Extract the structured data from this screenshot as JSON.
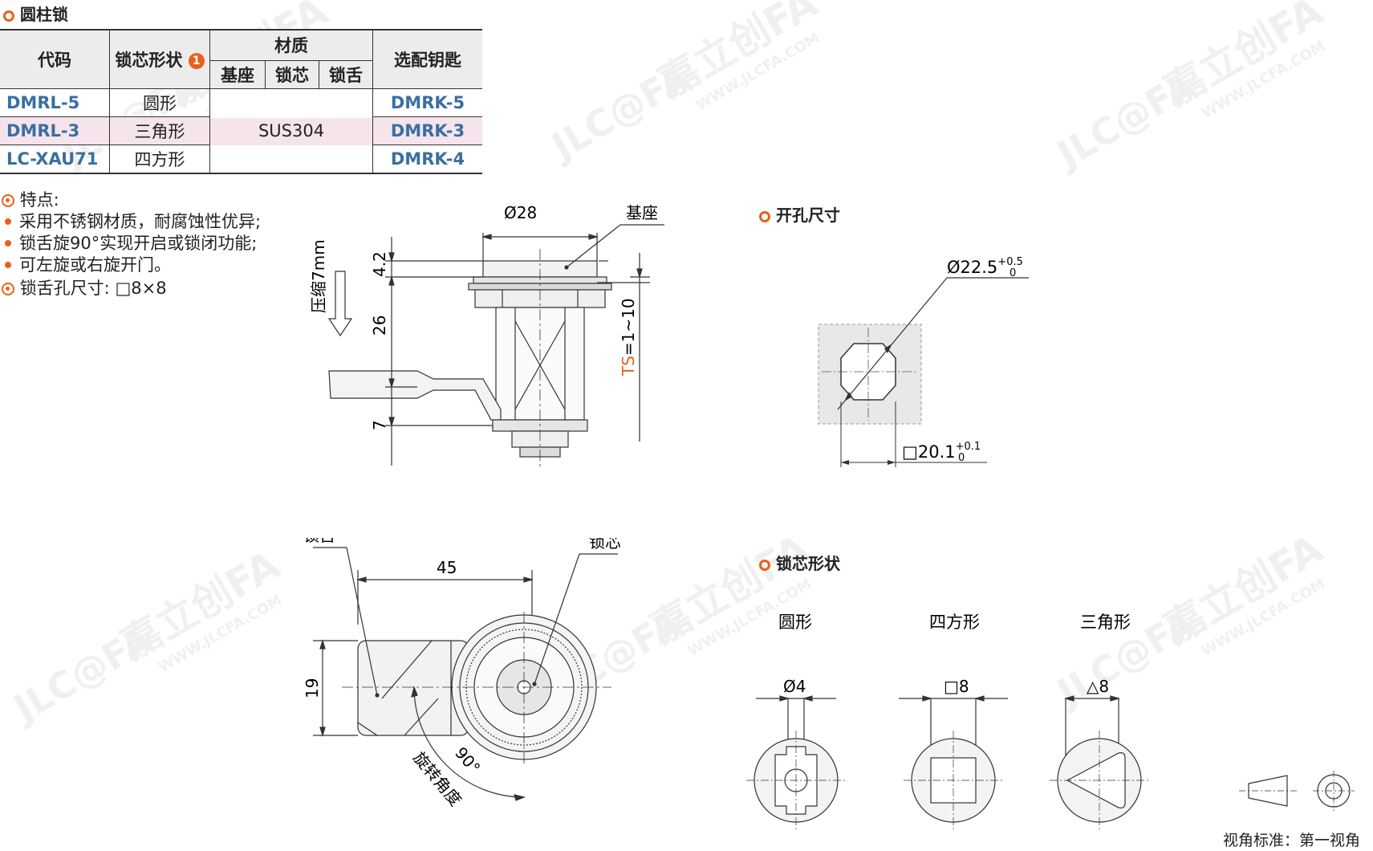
{
  "section_title": "圆柱锁",
  "table": {
    "headers": {
      "code": "代码",
      "core_shape": "锁芯形状",
      "material": "材质",
      "base": "基座",
      "core": "锁芯",
      "tongue": "锁舌",
      "key": "选配钥匙"
    },
    "badge": "1",
    "rows": [
      {
        "code": "DMRL-5",
        "shape": "圆形",
        "key": "DMRK-5"
      },
      {
        "code": "DMRL-3",
        "shape": "三角形",
        "key": "DMRK-3"
      },
      {
        "code": "LC-XAU71",
        "shape": "四方形",
        "key": "DMRK-4"
      }
    ],
    "material_value": "SUS304"
  },
  "features": {
    "title": "特点:",
    "items": [
      "采用不锈钢材质，耐腐蚀性优异;",
      "锁舌旋90°实现开启或锁闭功能;",
      "可左旋或右旋开门。"
    ],
    "hole_size": "锁舌孔尺寸: □8×8"
  },
  "side_view": {
    "dia": "Ø28",
    "base_label": "基座",
    "dim_a": "4.2",
    "dim_b": "26",
    "dim_c": "7",
    "ts": "TS",
    "ts_range": "=1~10",
    "compress": "压缩7mm"
  },
  "cutout": {
    "title": "开孔尺寸",
    "dia": "Ø22.5",
    "dia_tol_up": "+0.5",
    "dia_tol_low": "0",
    "sq": "□20.1",
    "sq_tol_up": "+0.1",
    "sq_tol_low": "0"
  },
  "front_view": {
    "dim_len": "45",
    "dim_h": "19",
    "tongue_label": "锁舌",
    "core_label": "锁芯",
    "angle": "90°",
    "rotation_label": "旋转角度"
  },
  "core_shapes": {
    "title": "锁芯形状",
    "round": "圆形",
    "square": "四方形",
    "triangle": "三角形",
    "round_dim": "Ø4",
    "square_dim": "□8",
    "triangle_dim": "△8"
  },
  "view_standard": "视角标准：第一视角",
  "watermark": {
    "brand": "JLC@FA",
    "cn": "嘉立创FA",
    "url": "WWW.JLCFA.COM"
  },
  "colors": {
    "accent": "#e8611a",
    "code_blue": "#3a6fa0",
    "highlight": "#f5e4ec",
    "ts": "#e8611a"
  }
}
